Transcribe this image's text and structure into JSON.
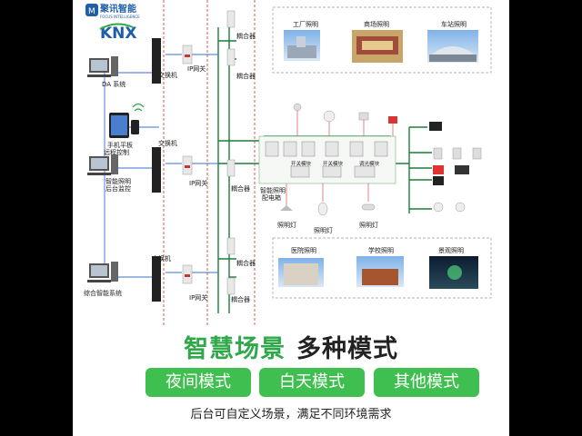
{
  "brand": {
    "logo_cn": "聚讯智能",
    "logo_en": "FOCUS INTELLIGENCE",
    "knx": "KNX"
  },
  "labels": {
    "da_system": "DA 系统",
    "tablet_control": "手机平板\n远程控制",
    "energy_monitor": "智能照明\n后台监控",
    "integrated_mgmt": "综合智能系统",
    "switch": "交换机",
    "ip_gateway": "IP网关",
    "coupler": "耦合器",
    "energy_distribution": "智能照明\n配电箱",
    "switch_module": "开关模块",
    "dimming_module": "调光模块",
    "lamp1": "照明灯",
    "lamp2": "照明灯",
    "lamp3": "照明灯"
  },
  "scenes_top": [
    "工厂照明",
    "商场照明",
    "车站照明"
  ],
  "scenes_bottom": [
    "医院照明",
    "学校照明",
    "景观照明"
  ],
  "headline": {
    "green": "智慧场景",
    "black": "多种模式"
  },
  "mode_buttons": [
    "夜间模式",
    "白天模式",
    "其他模式"
  ],
  "footer": "后台可自定义场景，满足不同环境需求",
  "colors": {
    "green": "#2fa84a",
    "button": "#3fbf4f",
    "bus": "#1a7f3a",
    "dash": "#cc3333"
  }
}
